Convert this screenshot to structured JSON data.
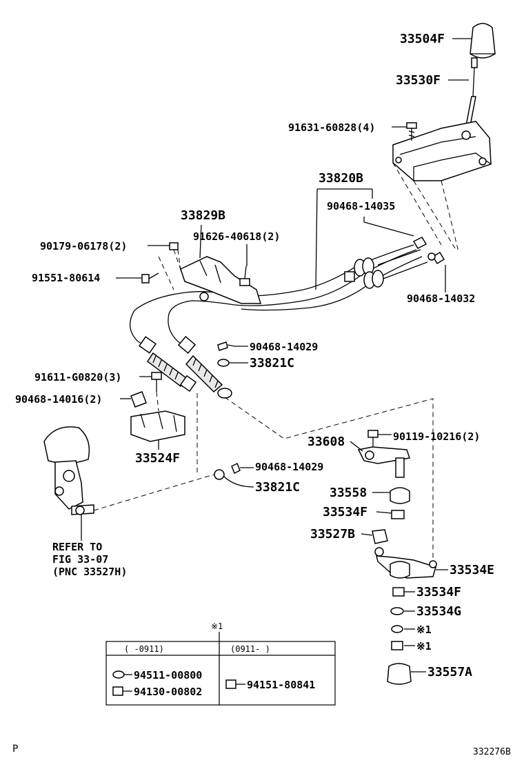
{
  "parts": {
    "p1": "33504F",
    "p2": "33530F",
    "p3": "91631-60828(4)",
    "p4": "33820B",
    "p5": "90468-14035",
    "p6": "33829B",
    "p7": "91626-40618(2)",
    "p8": "90179-06178(2)",
    "p9": "91551-80614",
    "p10": "90468-14032",
    "p11": "90468-14029",
    "p12": "33821C",
    "p13": "91611-G0820(3)",
    "p14": "90468-14016(2)",
    "p15": "33524F",
    "p16": "33608",
    "p17": "90119-10216(2)",
    "p18": "90468-14029",
    "p19": "33821C",
    "p20": "33558",
    "p21": "33534F",
    "p22": "33527B",
    "p23": "33534E",
    "p24": "33534F",
    "p25": "33534G",
    "p26": "※1",
    "p27": "※1",
    "p28": "33557A"
  },
  "refer_note": {
    "line1": "REFER TO",
    "line2": "FIG 33-07",
    "line3": "(PNC 33527H)"
  },
  "table": {
    "marker": "※1",
    "col1_header": "(   -0911)",
    "col2_header": "(0911-   )",
    "col1_rows": [
      "94511-00800",
      "94130-00802"
    ],
    "col2_rows": [
      "94151-80841"
    ]
  },
  "footer": {
    "left": "P",
    "right": "332276B"
  }
}
